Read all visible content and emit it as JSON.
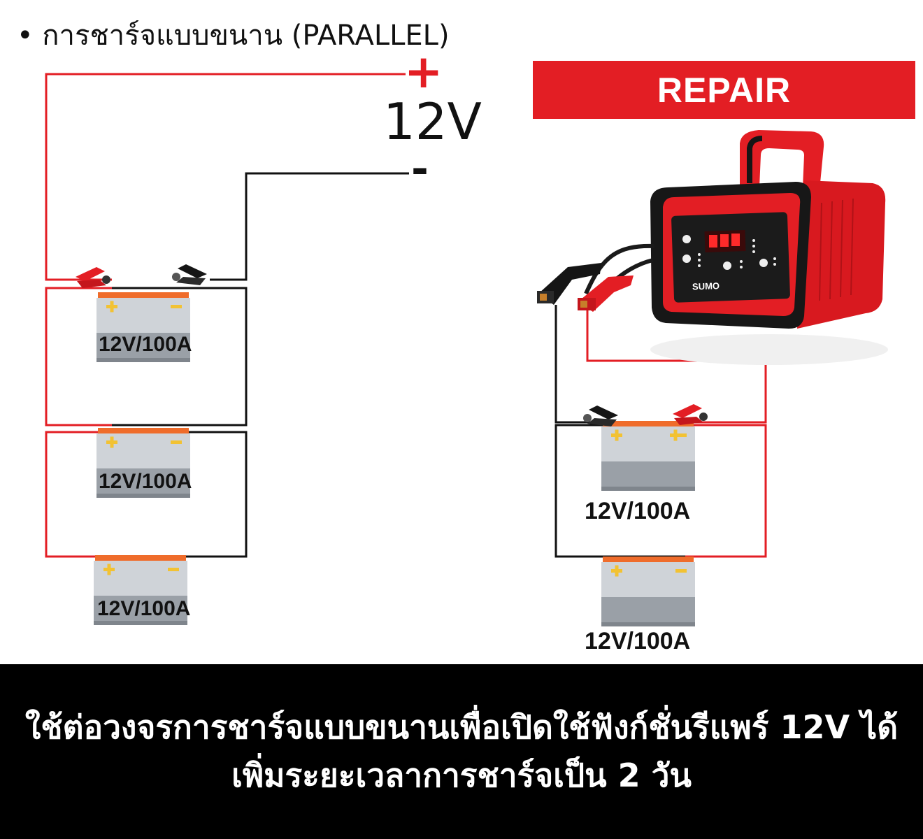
{
  "header": {
    "title": "• การชาร์จแบบขนาน (PARALLEL)"
  },
  "badge": {
    "label": "REPAIR"
  },
  "supply": {
    "plus": "+",
    "voltage": "12V",
    "minus": "-"
  },
  "charger": {
    "brand": "SUMO"
  },
  "batteries": {
    "left": [
      {
        "label": "12V/100A"
      },
      {
        "label": "12V/100A"
      },
      {
        "label": "12V/100A"
      }
    ],
    "right": [
      {
        "label": "12V/100A"
      },
      {
        "label": "12V/100A"
      }
    ]
  },
  "footer": {
    "line1": "ใช้ต่อวงจรการชาร์จแบบขนานเพื่อเปิดใช้ฟังก์ชั่นรีแพร์ 12V ได้",
    "line2": "เพิ่มระยะเวลาการชาร์จเป็น 2 วัน"
  },
  "colors": {
    "red": "#e31e24",
    "black": "#111111",
    "battery_top": "#ef6c2b",
    "battery_body": "#cfd3d8"
  }
}
